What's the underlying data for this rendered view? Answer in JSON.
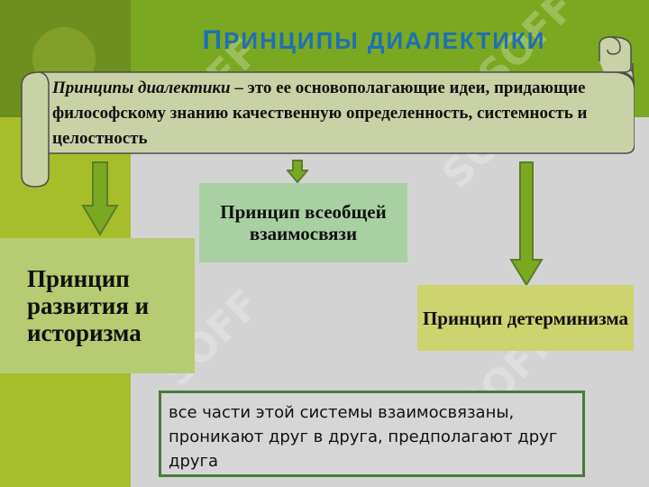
{
  "title": {
    "first_letter": "П",
    "rest": "РИНЦИПЫ ДИАЛЕКТИКИ"
  },
  "definition": {
    "term": "Принципы диалектики",
    "text": " – это ее основополагающие идеи, придающие философскому знанию качественную определенность, системность и целостность"
  },
  "principles": {
    "center": "Принцип всеобщей взаимосвязи",
    "left": "Принцип развития и историзма",
    "right": "Принцип детерминизма"
  },
  "note": "все части этой системы взаимосвязаны, проникают друг в друга, предполагают друг друга",
  "watermark": "SOFF",
  "colors": {
    "title": "#1f6fb5",
    "arrow": "#7aa821",
    "top_green": "#7aa821",
    "left_lime": "#a6be2a"
  }
}
